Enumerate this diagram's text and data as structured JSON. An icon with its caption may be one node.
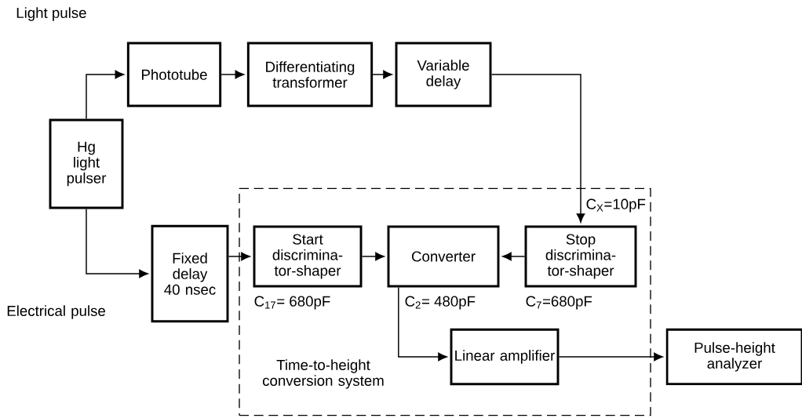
{
  "diagram": {
    "nodes": [
      {
        "text": [
          "Hg light pulser"
        ]
      },
      {
        "text": [
          "Phototube"
        ]
      },
      {
        "text": [
          "Differentiating transformer"
        ]
      },
      {
        "text": [
          "Variable delay"
        ]
      },
      {
        "text": [
          "Time-to-height conversion system"
        ]
      },
      {
        "text": [
          "Fixed delay 40 nsec"
        ]
      },
      {
        "text": [
          "Start discrimina- tor-shaper"
        ],
        "in": 4,
        "beside": [
          "C$_{17}$= 680pF"
        ]
      },
      {
        "text": [
          "Converter"
        ],
        "in": 4,
        "beside": [
          "C$_{2}$= 480pF"
        ]
      },
      {
        "text": [
          "Stop discrimina- tor-shaper"
        ],
        "in": 4,
        "beside": [
          "C$_{X}$=10pF",
          "C$_{7}$=680pF"
        ]
      },
      {
        "text": [
          "Linear amplifier"
        ],
        "in": 4
      },
      {
        "text": [
          "Pulse-height analyzer"
        ]
      }
    ],
    "edges": [
      {
        "from": 0,
        "to": 1,
        "arrow": "to"
      },
      {
        "from": 1,
        "to": 2,
        "arrow": "to"
      },
      {
        "from": 2,
        "to": 3,
        "arrow": "to"
      },
      {
        "from": 3,
        "to": 8,
        "arrow": "to"
      },
      {
        "from": 0,
        "to": 5,
        "arrow": "to"
      },
      {
        "from": 5,
        "to": 6,
        "arrow": "to"
      },
      {
        "from": 6,
        "to": 7,
        "arrow": "to"
      },
      {
        "from": 8,
        "to": 7,
        "arrow": "to"
      },
      {
        "from": 7,
        "to": 9,
        "arrow": "to"
      },
      {
        "from": 9,
        "to": 10,
        "arrow": "to"
      }
    ],
    "labels": [
      "Light pulse",
      "Electrical pulse"
    ]
  }
}
